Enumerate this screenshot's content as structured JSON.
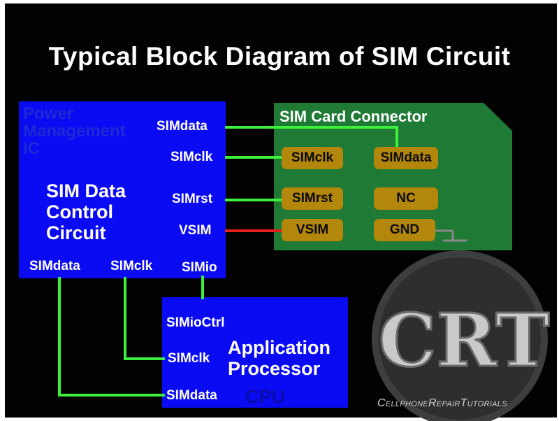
{
  "title": "Typical Block Diagram of SIM Circuit",
  "pmic": {
    "label_lines": [
      "Power",
      "Management",
      "IC"
    ],
    "block_lines": [
      "SIM Data",
      "Control",
      "Circuit"
    ],
    "right_pins": [
      "SIMdata",
      "SIMclk",
      "SIMrst",
      "VSIM"
    ],
    "bottom_pins": [
      "SIMdata",
      "SIMclk",
      "SIMio"
    ]
  },
  "connector": {
    "title": "SIM Card Connector",
    "pins": [
      "SIMclk",
      "SIMdata",
      "SIMrst",
      "NC",
      "VSIM",
      "GND"
    ]
  },
  "app_processor": {
    "pins": [
      "SIMioCtrl",
      "SIMclk",
      "SIMdata"
    ],
    "name_lines": [
      "Application",
      "Processor"
    ],
    "cpu_label": "CPU"
  },
  "logo": {
    "letters": "CRT",
    "caption": "CellphoneRepairTutorials"
  },
  "colors": {
    "background": "#020202",
    "block_blue": "#0b0bf3",
    "connector_green": "#1e7a34",
    "pin_gold": "#b3870b",
    "signal_green": "#3cf03c",
    "power_red": "#e8201c"
  }
}
